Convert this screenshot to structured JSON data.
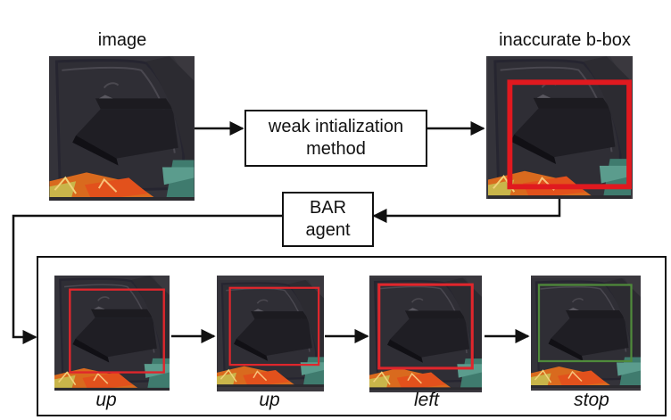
{
  "labels": {
    "image": "image",
    "inaccurate_bbox": "inaccurate b-box"
  },
  "boxes": {
    "weak_init": {
      "line1": "weak intialization",
      "line2": "method"
    },
    "bar_agent": {
      "line1": "BAR",
      "line2": "agent"
    }
  },
  "steps": [
    {
      "action": "up",
      "box_color": "#e0262c"
    },
    {
      "action": "up",
      "box_color": "#e0262c"
    },
    {
      "action": "left",
      "box_color": "#e0262c"
    },
    {
      "action": "stop",
      "box_color": "#4f8a3b"
    }
  ],
  "colors": {
    "inaccurate_box": "#e0191f",
    "correct_box": "#4f8a3b",
    "line": "#111111"
  }
}
